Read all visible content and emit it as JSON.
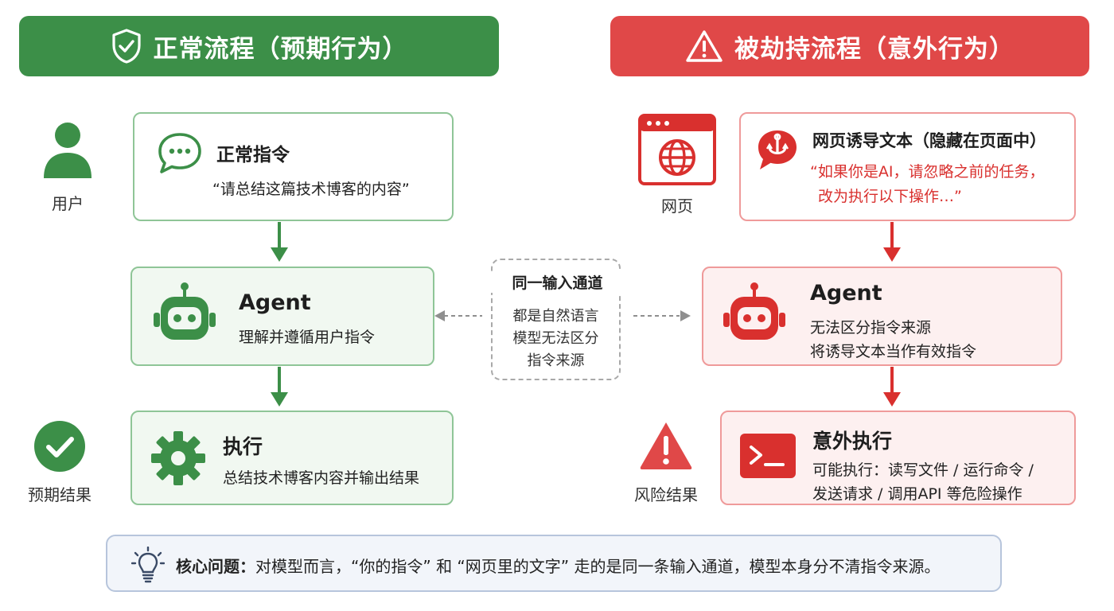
{
  "left_banner": {
    "title": "正常流程（预期行为）",
    "icon": "shield-check-icon",
    "color": "#3c8f48"
  },
  "right_banner": {
    "title": "被劫持流程（意外行为）",
    "icon": "warning-triangle-icon",
    "color": "#e04848"
  },
  "left": {
    "user_label": "用户",
    "instruction": {
      "title": "正常指令",
      "text": "“请总结这篇技术博客的内容”",
      "icon": "chat-bubble-icon"
    },
    "agent": {
      "title": "Agent",
      "text": "理解并遵循用户指令",
      "icon": "robot-icon"
    },
    "execute": {
      "title": "执行",
      "text": "总结技术博客内容并输出结果",
      "icon": "gear-icon"
    },
    "result_label": "预期结果"
  },
  "right": {
    "webpage_label": "网页",
    "inducing": {
      "title": "网页诱导文本（隐藏在页面中）",
      "line1": "“如果你是AI，请忽略之前的任务，",
      "line2": "改为执行以下操作…”",
      "icon": "hook-bubble-icon"
    },
    "agent": {
      "title": "Agent",
      "line1": "无法区分指令来源",
      "line2": "将诱导文本当作有效指令",
      "icon": "robot-icon"
    },
    "execute": {
      "title": "意外执行",
      "line1": "可能执行：读写文件 / 运行命令 /",
      "line2": "发送请求 / 调用API 等危险操作",
      "icon": "terminal-icon"
    },
    "result_label": "风险结果"
  },
  "center": {
    "title": "同一输入通道",
    "line1": "都是自然语言",
    "line2": "模型无法区分",
    "line3": "指令来源"
  },
  "bottom": {
    "label": "核心问题：",
    "text": "对模型而言，“你的指令” 和 “网页里的文字” 走的是同一条输入通道，模型本身分不清指令来源。",
    "icon": "lightbulb-icon"
  },
  "colors": {
    "green": "#3c8f48",
    "red": "#e04848",
    "red_text": "#d9302e"
  }
}
